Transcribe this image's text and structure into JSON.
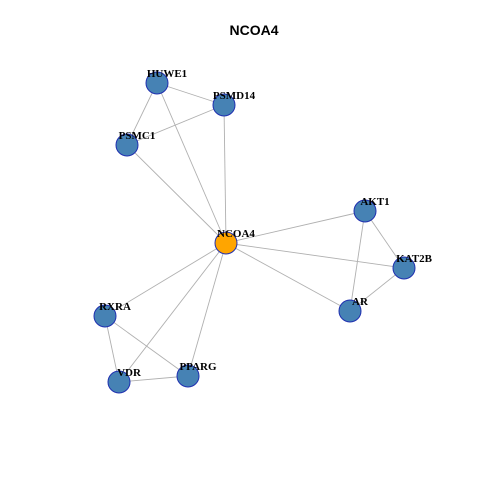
{
  "title": "NCOA4",
  "colors": {
    "center_fill": "#FFA500",
    "center_stroke": "#b06a00",
    "node_fill": "#4682B4",
    "node_stroke": "#1f2fb0",
    "edge": "#b0b0b0"
  },
  "nodes": [
    {
      "id": "NCOA4",
      "label": "NCOA4",
      "center": true
    },
    {
      "id": "HUWE1",
      "label": "HUWE1"
    },
    {
      "id": "PSMD14",
      "label": "PSMD14"
    },
    {
      "id": "PSMC1",
      "label": "PSMC1"
    },
    {
      "id": "AKT1",
      "label": "AKT1"
    },
    {
      "id": "KAT2B",
      "label": "KAT2B"
    },
    {
      "id": "AR",
      "label": "AR"
    },
    {
      "id": "RXRA",
      "label": "RXRA"
    },
    {
      "id": "VDR",
      "label": "VDR"
    },
    {
      "id": "PPARG",
      "label": "PPARG"
    }
  ],
  "edges": [
    [
      "HUWE1",
      "PSMD14"
    ],
    [
      "HUWE1",
      "PSMC1"
    ],
    [
      "HUWE1",
      "NCOA4"
    ],
    [
      "PSMD14",
      "PSMC1"
    ],
    [
      "PSMD14",
      "NCOA4"
    ],
    [
      "PSMC1",
      "NCOA4"
    ],
    [
      "NCOA4",
      "AKT1"
    ],
    [
      "NCOA4",
      "KAT2B"
    ],
    [
      "NCOA4",
      "AR"
    ],
    [
      "NCOA4",
      "RXRA"
    ],
    [
      "NCOA4",
      "VDR"
    ],
    [
      "NCOA4",
      "PPARG"
    ],
    [
      "AKT1",
      "KAT2B"
    ],
    [
      "AKT1",
      "AR"
    ],
    [
      "KAT2B",
      "AR"
    ],
    [
      "RXRA",
      "VDR"
    ],
    [
      "RXRA",
      "PPARG"
    ],
    [
      "VDR",
      "PPARG"
    ]
  ]
}
